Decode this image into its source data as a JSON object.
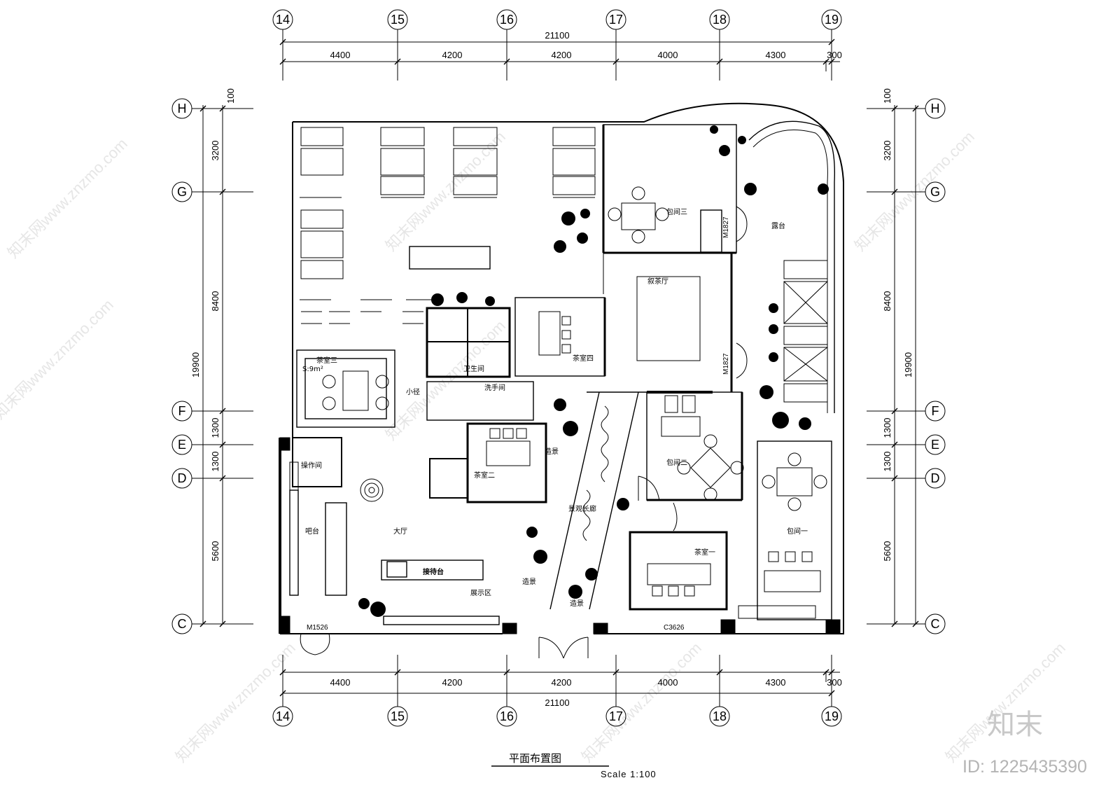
{
  "grid": {
    "columns": [
      "14",
      "15",
      "16",
      "17",
      "18",
      "19"
    ],
    "rows": [
      "H",
      "G",
      "F",
      "E",
      "D",
      "C"
    ]
  },
  "dimensions": {
    "top_total": "21100",
    "top_segments": [
      "4400",
      "4200",
      "4200",
      "4000",
      "4300",
      "300"
    ],
    "bottom_segments": [
      "4400",
      "4200",
      "4200",
      "4000",
      "4300",
      "300"
    ],
    "bottom_total": "21100",
    "left_top_offset": "100",
    "left_segments": [
      "3200",
      "8400",
      "1300",
      "1300",
      "5600"
    ],
    "left_total": "19900",
    "right_top_offset": "100",
    "right_segments": [
      "3200",
      "8400",
      "1300",
      "1300",
      "5600"
    ],
    "right_total": "19900"
  },
  "rooms": {
    "baojian_san": "包间三",
    "lutai": "露台",
    "xu_cha_ting": "叙茶厅",
    "cha_shi_san": "茶室三",
    "cha_shi_san_area": "S:9m²",
    "weisheng_jian": "卫生间",
    "cha_shi_si": "茶室四",
    "xiao_jing": "小径",
    "xishou_jian": "洗手间",
    "caozuo_jian": "操作间",
    "cha_shi_er": "茶室二",
    "baojian_er": "包间二",
    "ba_tai": "吧台",
    "da_ting": "大厅",
    "jingguan_changlang": "景观长廊",
    "baojian_yi": "包间一",
    "cha_shi_yi": "茶室一",
    "jiedai_tai": "接待台",
    "zhanshi_qu": "展示区",
    "zaojing": "造景"
  },
  "doors": {
    "m1827_upper": "M1827",
    "m1827_lower": "M1827",
    "m1526": "M1526",
    "c3626": "C3626"
  },
  "drawing": {
    "title": "平面布置图",
    "scale": "Scale 1:100"
  },
  "watermark": {
    "logo": "知末",
    "id": "ID: 1225435390",
    "site": "知末网www.znzmo.com"
  }
}
